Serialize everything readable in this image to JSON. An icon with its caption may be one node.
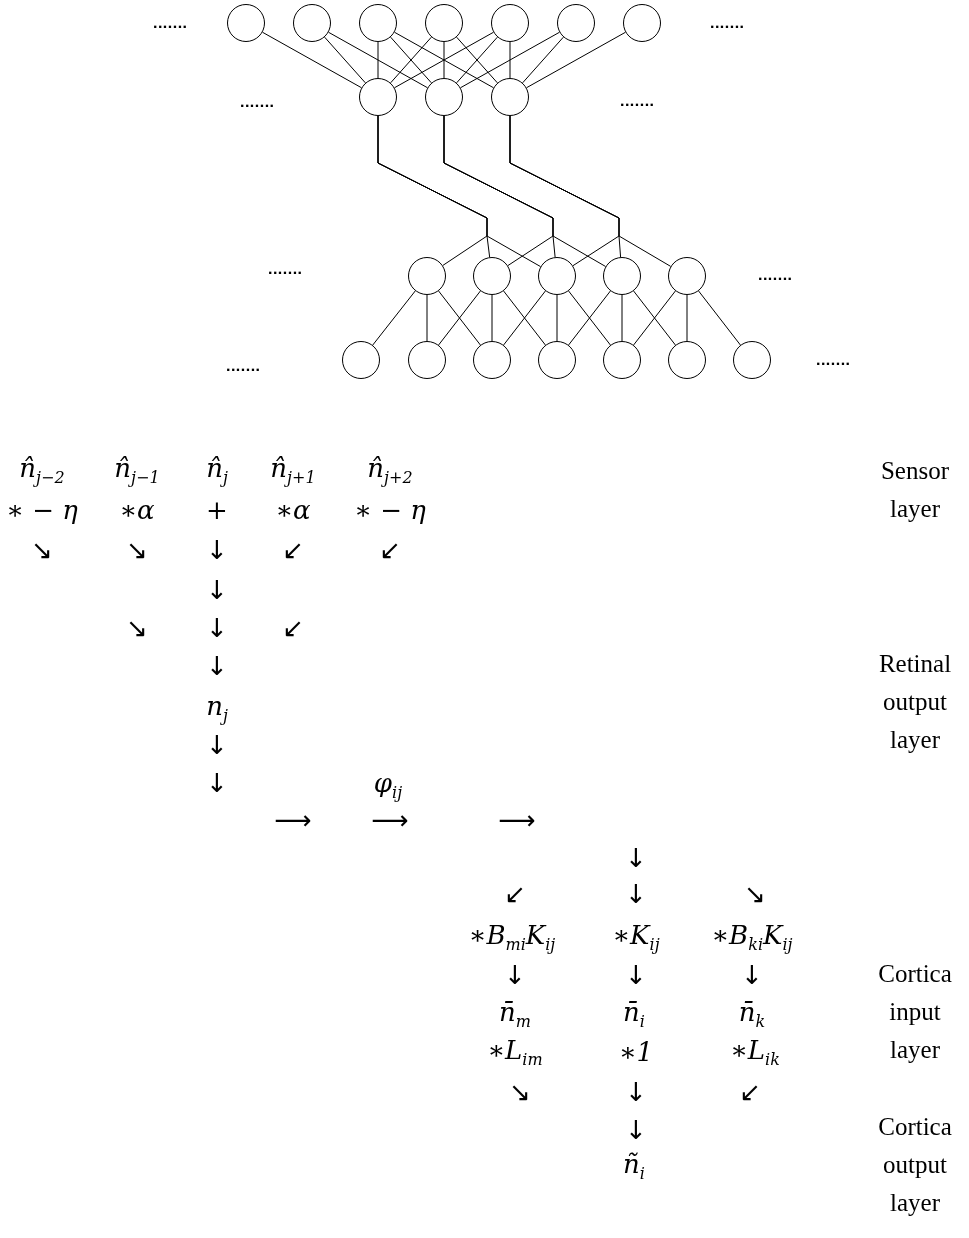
{
  "diagram": {
    "nodes": [
      {
        "text": [],
        "shape": "circle"
      },
      {
        "text": [],
        "shape": "circle"
      },
      {
        "text": [],
        "shape": "circle"
      },
      {
        "text": [],
        "shape": "circle"
      },
      {
        "text": [],
        "shape": "circle"
      },
      {
        "text": [],
        "shape": "circle"
      },
      {
        "text": [],
        "shape": "circle"
      },
      {
        "text": [],
        "shape": "circle"
      },
      {
        "text": [],
        "shape": "circle"
      },
      {
        "text": [],
        "shape": "circle"
      },
      {
        "text": [],
        "shape": "circle"
      },
      {
        "text": [],
        "shape": "circle"
      },
      {
        "text": [],
        "shape": "circle"
      },
      {
        "text": [],
        "shape": "circle"
      },
      {
        "text": [],
        "shape": "circle"
      },
      {
        "text": [],
        "shape": "circle"
      },
      {
        "text": [],
        "shape": "circle"
      },
      {
        "text": [],
        "shape": "circle"
      },
      {
        "text": [],
        "shape": "circle"
      },
      {
        "text": [],
        "shape": "circle"
      },
      {
        "text": [],
        "shape": "circle"
      },
      {
        "text": [],
        "shape": "circle"
      }
    ],
    "edges": [
      {
        "from": 0,
        "to": 7,
        "arrow": "none"
      },
      {
        "from": 1,
        "to": 7,
        "arrow": "none"
      },
      {
        "from": 2,
        "to": 7,
        "arrow": "none"
      },
      {
        "from": 3,
        "to": 7,
        "arrow": "none"
      },
      {
        "from": 4,
        "to": 7,
        "arrow": "none"
      },
      {
        "from": 1,
        "to": 8,
        "arrow": "none"
      },
      {
        "from": 2,
        "to": 8,
        "arrow": "none"
      },
      {
        "from": 3,
        "to": 8,
        "arrow": "none"
      },
      {
        "from": 4,
        "to": 8,
        "arrow": "none"
      },
      {
        "from": 5,
        "to": 8,
        "arrow": "none"
      },
      {
        "from": 2,
        "to": 9,
        "arrow": "none"
      },
      {
        "from": 3,
        "to": 9,
        "arrow": "none"
      },
      {
        "from": 4,
        "to": 9,
        "arrow": "none"
      },
      {
        "from": 5,
        "to": 9,
        "arrow": "none"
      },
      {
        "from": 6,
        "to": 9,
        "arrow": "none"
      },
      {
        "from": 7,
        "to": 10,
        "arrow": "none"
      },
      {
        "from": 7,
        "to": 11,
        "arrow": "none"
      },
      {
        "from": 7,
        "to": 12,
        "arrow": "none"
      },
      {
        "from": 8,
        "to": 11,
        "arrow": "none"
      },
      {
        "from": 8,
        "to": 12,
        "arrow": "none"
      },
      {
        "from": 8,
        "to": 13,
        "arrow": "none"
      },
      {
        "from": 9,
        "to": 12,
        "arrow": "none"
      },
      {
        "from": 9,
        "to": 13,
        "arrow": "none"
      },
      {
        "from": 9,
        "to": 14,
        "arrow": "none"
      },
      {
        "from": 10,
        "to": 15,
        "arrow": "none"
      },
      {
        "from": 10,
        "to": 16,
        "arrow": "none"
      },
      {
        "from": 10,
        "to": 17,
        "arrow": "none"
      },
      {
        "from": 11,
        "to": 16,
        "arrow": "none"
      },
      {
        "from": 11,
        "to": 17,
        "arrow": "none"
      },
      {
        "from": 11,
        "to": 18,
        "arrow": "none"
      },
      {
        "from": 12,
        "to": 17,
        "arrow": "none"
      },
      {
        "from": 12,
        "to": 18,
        "arrow": "none"
      },
      {
        "from": 12,
        "to": 19,
        "arrow": "none"
      },
      {
        "from": 13,
        "to": 18,
        "arrow": "none"
      },
      {
        "from": 13,
        "to": 19,
        "arrow": "none"
      },
      {
        "from": 13,
        "to": 20,
        "arrow": "none"
      },
      {
        "from": 14,
        "to": 19,
        "arrow": "none"
      },
      {
        "from": 14,
        "to": 20,
        "arrow": "none"
      },
      {
        "from": 14,
        "to": 21,
        "arrow": "none"
      }
    ],
    "labels": [
      ".......",
      ".......",
      ".......",
      ".......",
      ".......",
      ".......",
      ".......",
      ".......",
      "n̂$_{j−2}$",
      "n̂$_{j−1}$",
      "n̂$_{j}$",
      "n̂$_{j+1}$",
      "n̂$_{j+2}$",
      "Sensor layer",
      "∗ − η",
      "∗α",
      "+",
      "∗α",
      "∗ − η",
      "↘",
      "↘",
      "↓",
      "↙",
      "↙",
      "↓",
      "↘",
      "↓",
      "↙",
      "↓",
      "Retinal output layer",
      "n$_{j}$",
      "↓",
      "↓",
      "φ$_{ij}$",
      "⟶",
      "⟶",
      "⟶",
      "↓",
      "↙",
      "↓",
      "↘",
      "∗B$_{mi}$K$_{ij}$",
      "∗K$_{ij}$",
      "∗B$_{ki}$K$_{ij}$",
      "↓",
      "↓",
      "↓",
      "Cortica input layer",
      "n̄$_{m}$",
      "n̄$_{i}$",
      "n̄$_{k}$",
      "∗L$_{im}$",
      "∗1",
      "∗L$_{ik}$",
      "↘",
      "↓",
      "↙",
      "↓",
      "Cortica output layer",
      "ñ$_{i}$"
    ]
  }
}
